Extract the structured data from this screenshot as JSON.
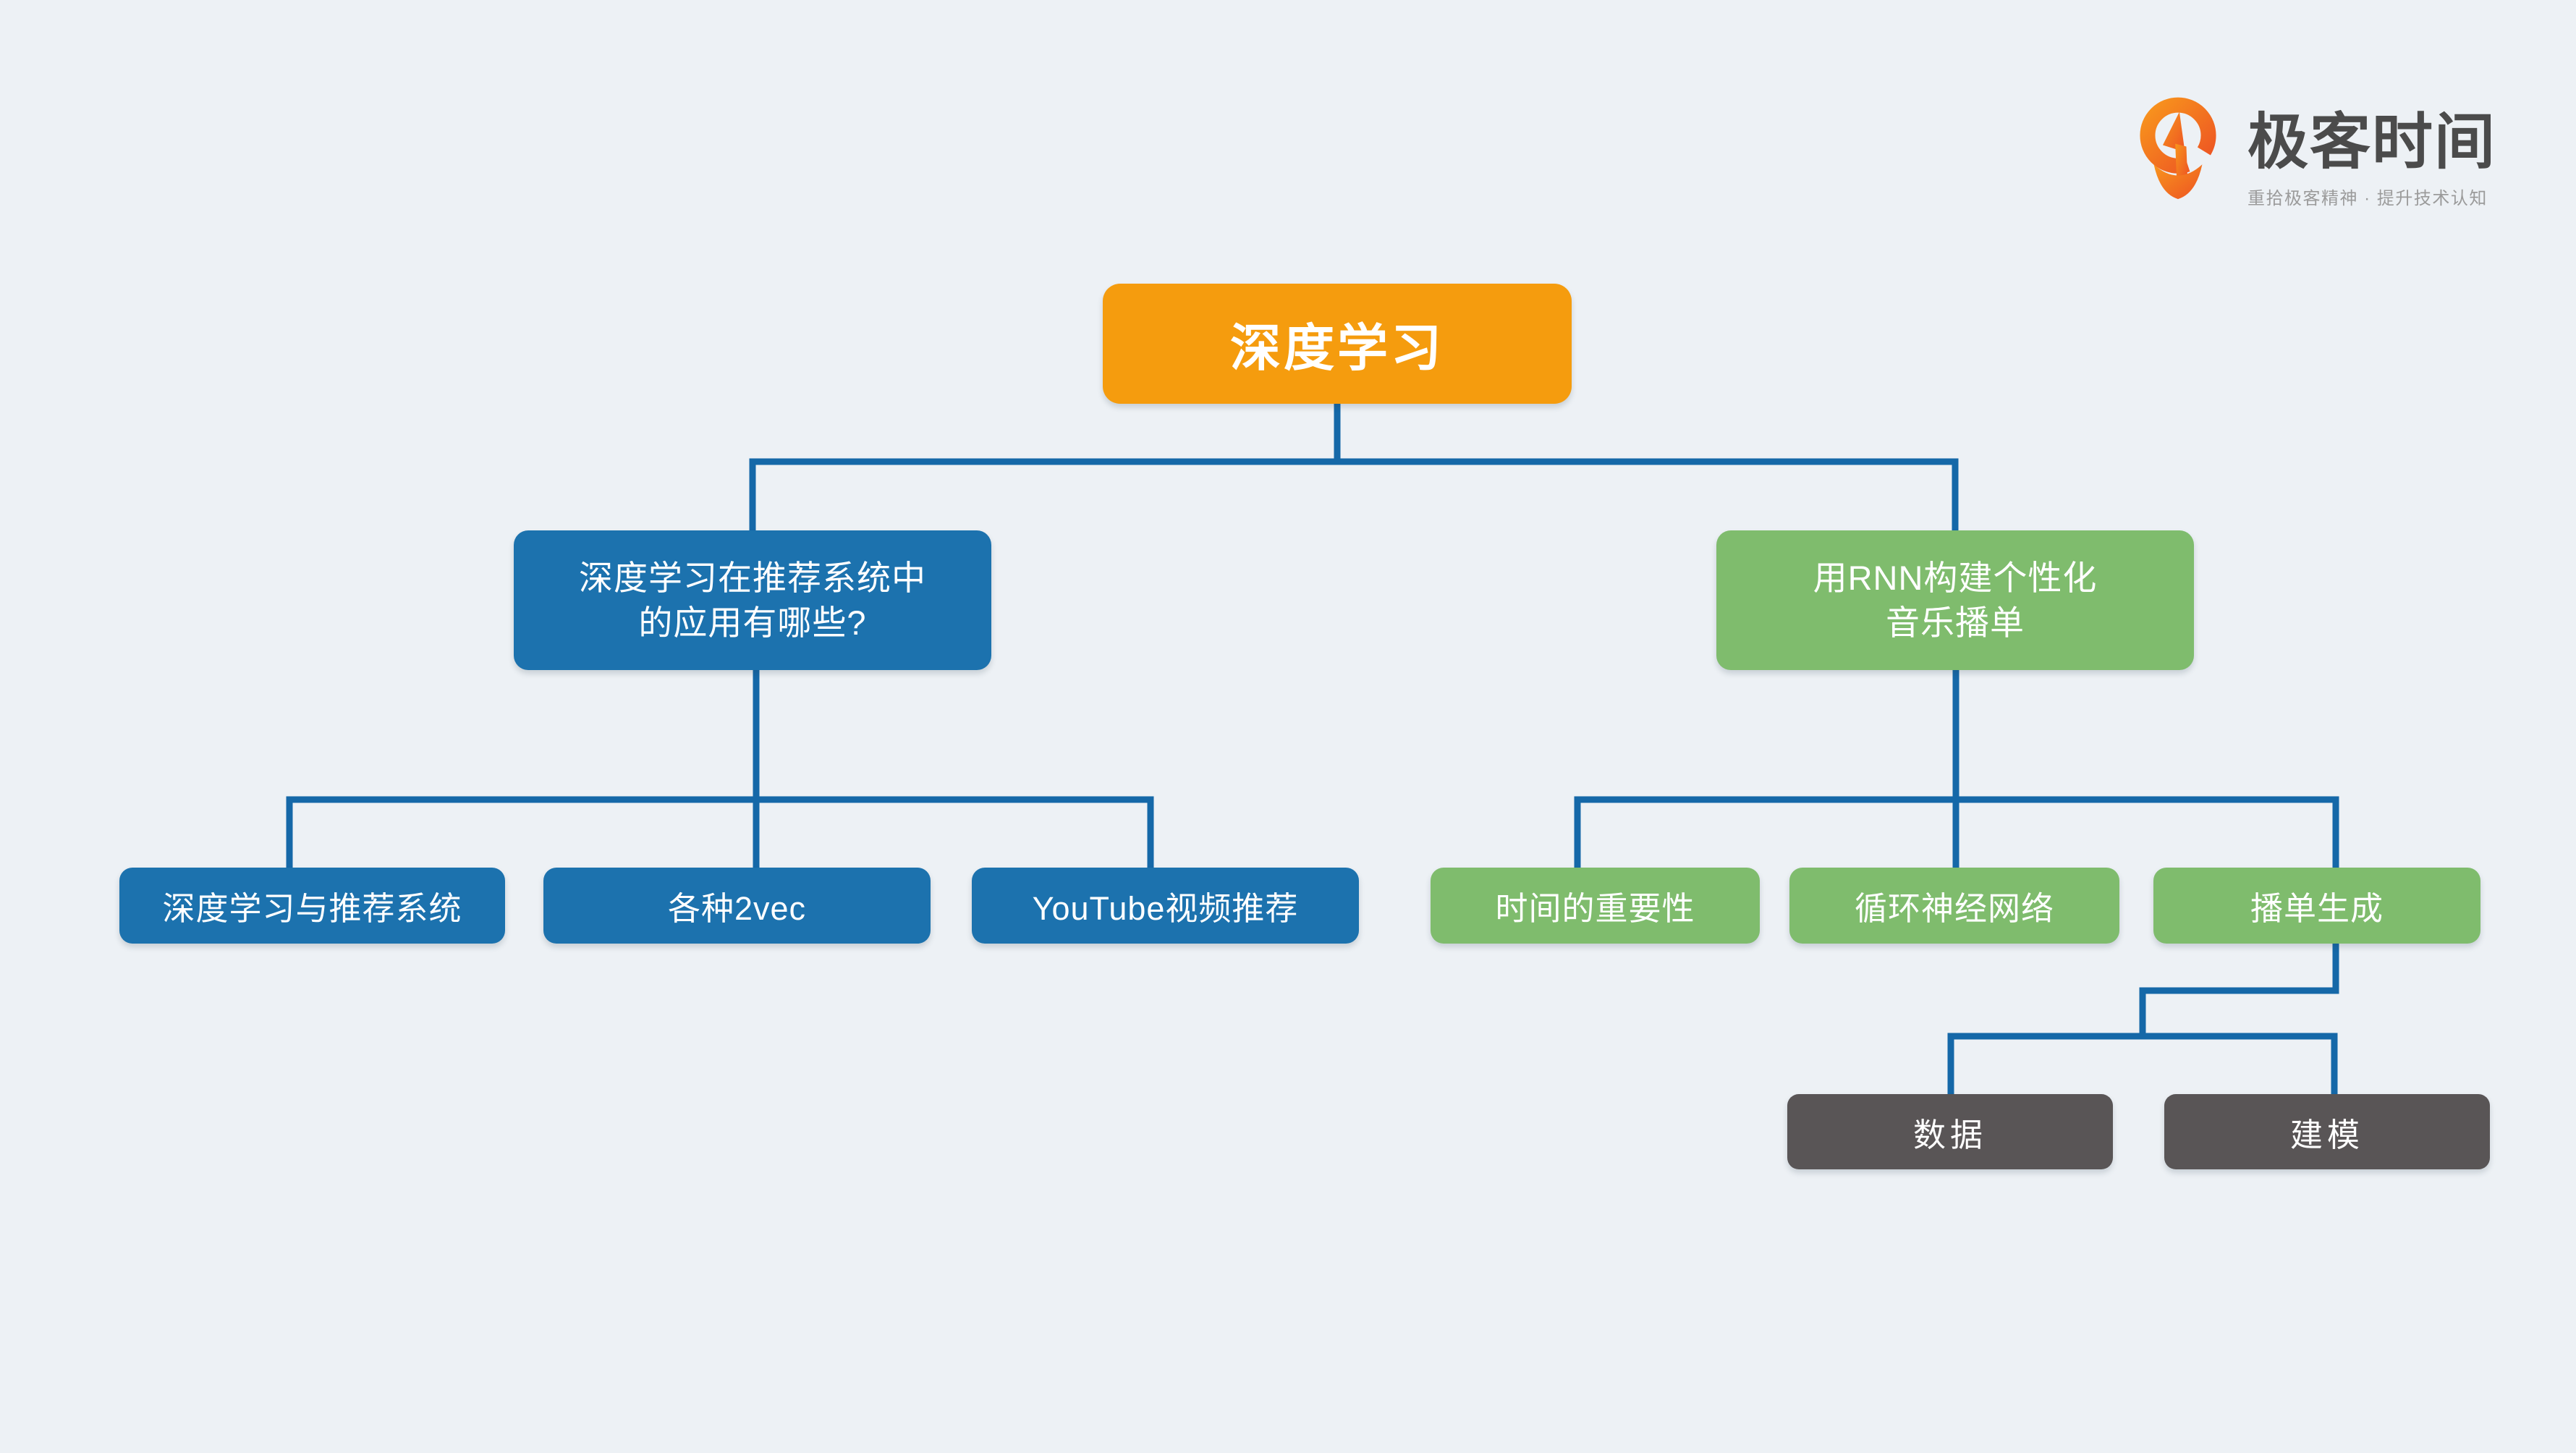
{
  "page": {
    "background_color": "#EDF1F5"
  },
  "logo": {
    "icon": "geektime-pin-icon",
    "title": "极客时间",
    "slogan": "重拾极客精神 · 提升技术认知",
    "colors": {
      "mark_gradient_start": "#F8951D",
      "mark_gradient_end": "#ED5323",
      "title": "#4B4B4B",
      "slogan": "#9B9B9B"
    }
  },
  "mindmap": {
    "connector_color": "#1568A8",
    "root": {
      "label": "深度学习",
      "color": "#F59C0E"
    },
    "left_branch": {
      "label_line1": "深度学习在推荐系统中",
      "label_line2": "的应用有哪些?",
      "color": "#1C72AE",
      "children": [
        {
          "label": "深度学习与推荐系统"
        },
        {
          "label": "各种2vec"
        },
        {
          "label": "YouTube视频推荐"
        }
      ]
    },
    "right_branch": {
      "label_line1": "用RNN构建个性化",
      "label_line2": "音乐播单",
      "color": "#7FBC6D",
      "children": [
        {
          "label": "时间的重要性"
        },
        {
          "label": "循环神经网络"
        },
        {
          "label": "播单生成"
        }
      ],
      "playlist_children": [
        {
          "label": "数据"
        },
        {
          "label": "建模"
        }
      ],
      "playlist_children_color": "#595556"
    }
  }
}
